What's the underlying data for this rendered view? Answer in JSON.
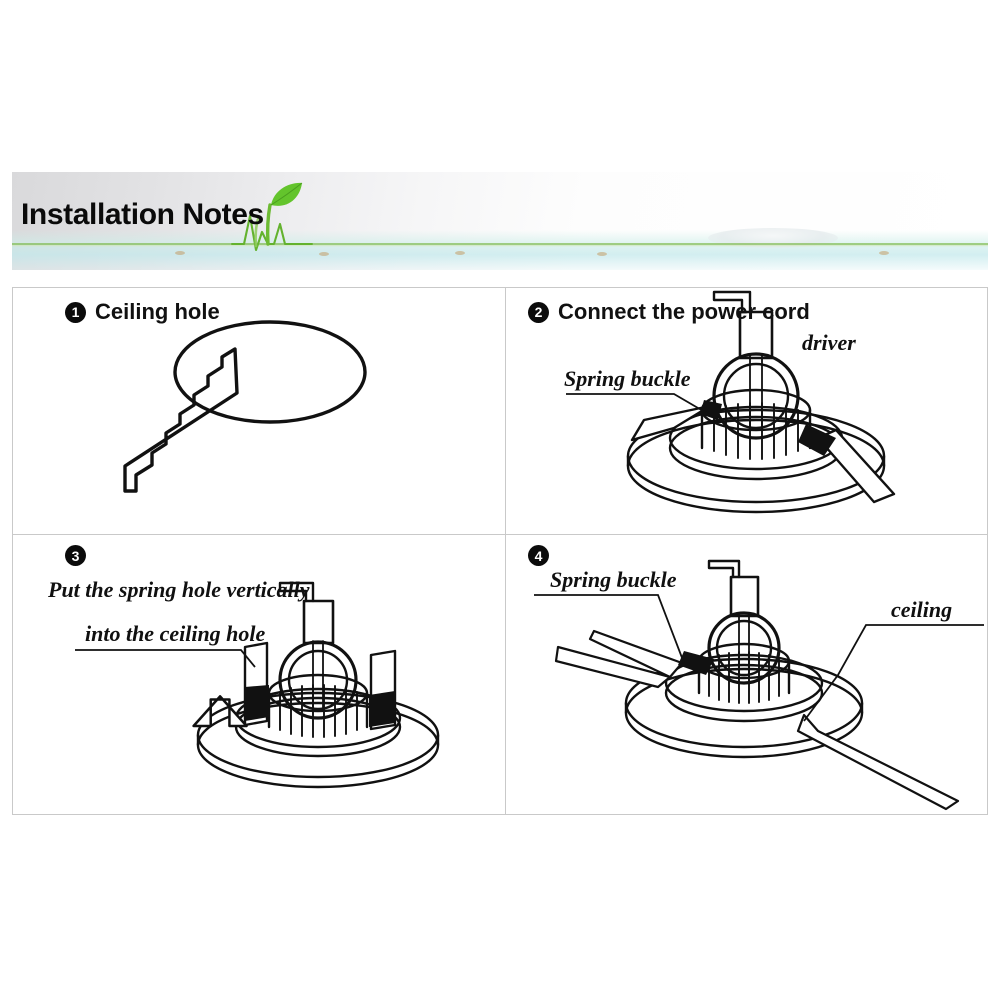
{
  "banner": {
    "title": "Installation Notes",
    "leaf_icon": "leaf-sprout-icon",
    "accent_green": "#4faa1e",
    "leaf_green": "#5fc22a",
    "bg_gray": "#d9d9db"
  },
  "panels": [
    {
      "number": "❶",
      "number_plain": "1",
      "title": "Ceiling hole",
      "art": "ceiling-hole-saw-diagram",
      "labels": []
    },
    {
      "number": "❷",
      "number_plain": "2",
      "title": "Connect the power cord",
      "art": "downlight-fixture-diagram",
      "labels": [
        {
          "text": "Spring buckle",
          "name": "spring-buckle-label"
        },
        {
          "text": "driver",
          "name": "driver-label"
        }
      ]
    },
    {
      "number": "❸",
      "number_plain": "3",
      "title": "",
      "art": "fixture-insert-up-diagram",
      "labels": [
        {
          "text": "Put the spring hole vertically",
          "name": "instruction-line-1"
        },
        {
          "text": "into the ceiling hole",
          "name": "instruction-line-2"
        }
      ]
    },
    {
      "number": "❹",
      "number_plain": "4",
      "title": "",
      "art": "fixture-installed-diagram",
      "labels": [
        {
          "text": "Spring buckle",
          "name": "spring-buckle-label"
        },
        {
          "text": "ceiling",
          "name": "ceiling-label"
        }
      ]
    }
  ],
  "colors": {
    "line": "#111111",
    "border": "#c9c9c9",
    "background": "#ffffff"
  }
}
